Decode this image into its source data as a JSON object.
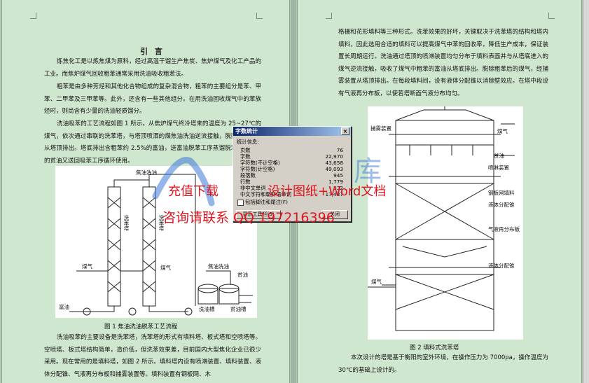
{
  "left_page": {
    "heading": "引  言",
    "paragraphs": [
      "炼焦化工是以炼焦煤为原料，经过高温干馏生产焦炭、焦炉煤气及化工产品的工业。而焦炉煤气回收粗苯通常采用洗油吸收粗苯法。",
      "粗苯是由多种芳烃和其他化合物组成的复杂混合物，粗苯的主要组分是苯、甲苯、二甲苯及三甲苯等。此外，还含有一些其他组分。在用洗油回收煤气中的苯族烃时，则尚含有少量的洗油轻质馏分。",
      "洗油吸苯的工艺流程如图 1 所示。从焦炉煤气终冷塔来的温度为 25~27℃的煤气，依次通过串联的洗苯塔，与塔顶喷洒的煤焦油洗油逆流接触，脱除粗苯后，从塔顶排出。塔底排出含粗苯约 2.5%的富油，送富油脱苯工序蒸馏脱苯。脱苯后的贫油又送回吸苯工序循环使用。"
    ],
    "figure1_caption": "图 1  焦油洗油脱苯工艺流程",
    "paragraphs_after": [
      "洗油吸苯的主要设备是洗苯塔，洗苯塔的形式有填料塔、板式塔和空喷塔等。空喷塔、板式塔结构简单，造价低，但洗苯效果差，目前国内大型焦化企业已很少采用。现在常用的是填料塔，如图 2 所示。填料塔内设有喷淋装置、填料装置、液体分配锥、气液再分布板和捕雾装置等。填料装置有钢板网、木"
    ],
    "figure1_labels": {
      "top_left": "焦油洗油",
      "tower1": "洗苯塔",
      "tower2": "洗苯塔",
      "gas_in": "煤气",
      "rich_oil": "富油",
      "right_top": "焦油洗油",
      "lean_oil": "贫油",
      "gas_out": "煤气",
      "wash_tank": "洗油槽",
      "lean_tank": "贫油槽"
    }
  },
  "right_page": {
    "paragraphs": [
      "格栅和花形填料等三种形式。洗苯效果的好坏，关键取决于洗苯塔的结构和塔内填料，因此选用合适的填料可以提高煤气中苯的回收率，降低生产成本，保证装置长周期运行。洗油通过塔顶的喷淋装置均匀分布于填料表面并与从塔底进入的煤气逆流接触，吸收了煤气中粗苯的富油从塔底排出。脱除粗苯后的煤气，经捕雾装置从塔顶排出。在每段填料间，设有液体分配锥以消除壁效应。在塔中段设有气液再分布板，以使若塔断面气液分布均匀。"
    ],
    "figure2_caption": "图 2  填料式洗苯塔",
    "paragraphs_after": [
      "本次设计的塔是基于衡阳的室外环境，在操作压力为 7000pa，操作温度为 30℃的基础上设计的。"
    ],
    "figure2_labels": {
      "demister": "捕雾装置",
      "gas_top": "煤气",
      "lean_oil": "贫油",
      "sprayer": "喷淋装置",
      "packing": "钢板网填料",
      "distributor": "液体分配锥",
      "redistributor": "气液再分布板",
      "distributor2": "液体分配锥",
      "gas_in": "煤气"
    }
  },
  "dialog": {
    "title": "字数统计",
    "close": "×",
    "group_label": "统计信息:",
    "rows": [
      {
        "label": "页数",
        "value": "76"
      },
      {
        "label": "字数",
        "value": "22,970"
      },
      {
        "label": "字符数(不计空格)",
        "value": "43,658"
      },
      {
        "label": "字符数(计空格)",
        "value": "49,093"
      },
      {
        "label": "段落数",
        "value": "945"
      },
      {
        "label": "行数",
        "value": "1,779"
      },
      {
        "label": "非中文单词",
        "value": "532"
      },
      {
        "label": "中文字符和朝鲜语单词",
        "value": "17,437"
      }
    ],
    "checkbox_label": "包括脚注和尾注(F)",
    "toolbar_button": "显示工具栏(S)",
    "close_button": "关闭"
  },
  "watermark": {
    "line1": "充值下载",
    "line1b": "设计图纸+Word文档",
    "line2": "咨询请联系 QQ 1972163",
    "line2b": "96",
    "logo_text": "库"
  },
  "colors": {
    "page_bg": "#cfe6cf",
    "watermark_red": "#e0141e",
    "logo_blue": "#3d7ad8"
  }
}
